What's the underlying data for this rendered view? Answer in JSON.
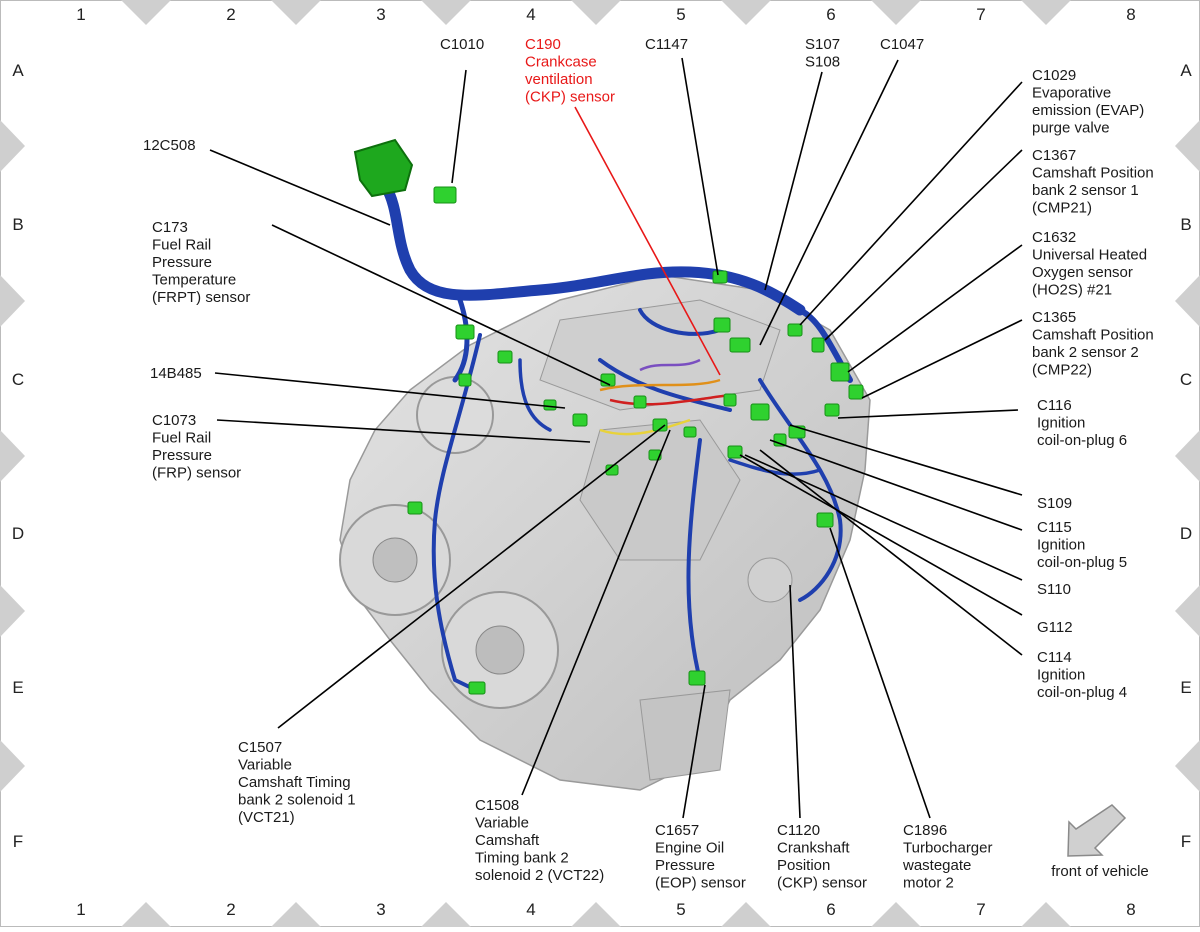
{
  "grid": {
    "columns": [
      "1",
      "2",
      "3",
      "4",
      "5",
      "6",
      "7",
      "8"
    ],
    "rows": [
      "A",
      "B",
      "C",
      "D",
      "E",
      "F"
    ]
  },
  "callouts": [
    {
      "id": "c1010",
      "lines": [
        "C1010"
      ]
    },
    {
      "id": "c190",
      "lines": [
        "C190",
        "Crankcase",
        "ventilation",
        "(CKP) sensor"
      ]
    },
    {
      "id": "c1147",
      "lines": [
        "C1147"
      ]
    },
    {
      "id": "s107",
      "lines": [
        "S107",
        "S108"
      ]
    },
    {
      "id": "c1047",
      "lines": [
        "C1047"
      ]
    },
    {
      "id": "c1029",
      "lines": [
        "C1029",
        "Evaporative",
        "emission (EVAP)",
        "purge valve"
      ]
    },
    {
      "id": "c1367",
      "lines": [
        "C1367",
        "Camshaft Position",
        "bank 2 sensor 1",
        "(CMP21)"
      ]
    },
    {
      "id": "c1632",
      "lines": [
        "C1632",
        "Universal Heated",
        "Oxygen sensor",
        "(HO2S) #21"
      ]
    },
    {
      "id": "c1365",
      "lines": [
        "C1365",
        "Camshaft Position",
        "bank 2 sensor 2",
        "(CMP22)"
      ]
    },
    {
      "id": "c116",
      "lines": [
        "C116",
        "Ignition",
        "coil-on-plug 6"
      ]
    },
    {
      "id": "s109",
      "lines": [
        "S109"
      ]
    },
    {
      "id": "c115",
      "lines": [
        "C115",
        "Ignition",
        "coil-on-plug 5"
      ]
    },
    {
      "id": "s110",
      "lines": [
        "S110"
      ]
    },
    {
      "id": "g112",
      "lines": [
        "G112"
      ]
    },
    {
      "id": "c114",
      "lines": [
        "C114",
        "Ignition",
        "coil-on-plug 4"
      ]
    },
    {
      "id": "c12c508",
      "lines": [
        "12C508"
      ]
    },
    {
      "id": "c173",
      "lines": [
        "C173",
        "Fuel Rail",
        "Pressure",
        "Temperature",
        "(FRPT) sensor"
      ]
    },
    {
      "id": "c14b485",
      "lines": [
        "14B485"
      ]
    },
    {
      "id": "c1073",
      "lines": [
        "C1073",
        "Fuel Rail",
        "Pressure",
        "(FRP) sensor"
      ]
    },
    {
      "id": "c1507",
      "lines": [
        "C1507",
        "Variable",
        "Camshaft Timing",
        "bank 2 solenoid 1",
        "(VCT21)"
      ]
    },
    {
      "id": "c1508",
      "lines": [
        "C1508",
        "Variable",
        "Camshaft",
        "Timing bank 2",
        "solenoid 2 (VCT22)"
      ]
    },
    {
      "id": "c1657",
      "lines": [
        "C1657",
        "Engine Oil",
        "Pressure",
        "(EOP) sensor"
      ]
    },
    {
      "id": "c1120",
      "lines": [
        "C1120",
        "Crankshaft",
        "Position",
        "(CKP) sensor"
      ]
    },
    {
      "id": "c1896",
      "lines": [
        "C1896",
        "Turbocharger",
        "wastegate",
        "motor 2"
      ]
    }
  ],
  "legend": {
    "front_label": "front of vehicle"
  },
  "colors": {
    "harness": "#1f3fae",
    "connector": "#2fd12f",
    "highlight_text": "#e81818",
    "engine": "#d6d6d6"
  }
}
